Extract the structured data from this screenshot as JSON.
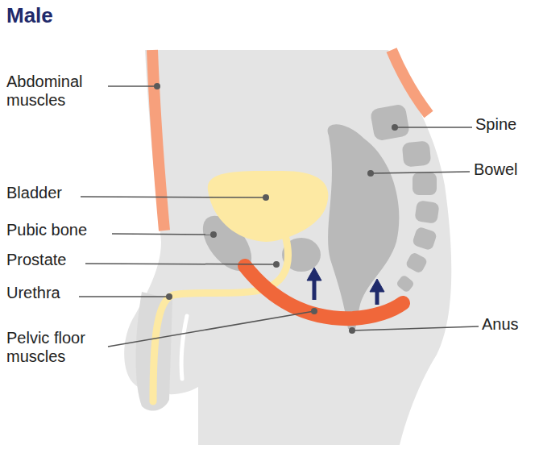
{
  "diagram": {
    "title": "Male",
    "labels": [
      "Abdominal muscles",
      "Bladder",
      "Pubic bone",
      "Prostate",
      "Urethra",
      "Pelvic floor muscles",
      "Spine",
      "Bowel",
      "Anus"
    ]
  }
}
